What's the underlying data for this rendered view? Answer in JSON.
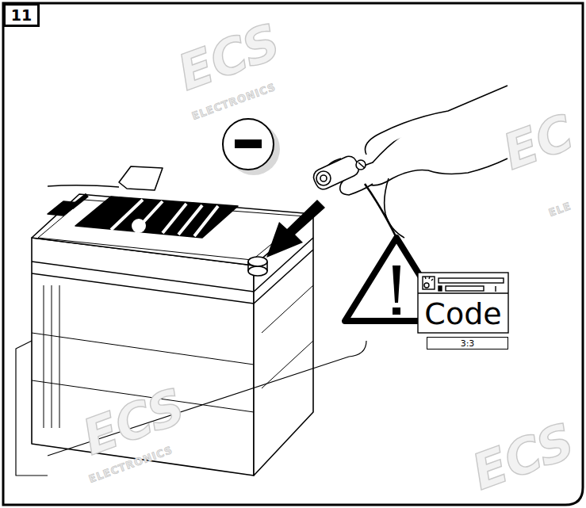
{
  "diagram": {
    "nodes": [
      {
        "text": [
          "11"
        ]
      },
      {
        "text": [
          "Code"
        ]
      },
      {
        "text": [
          "3:3"
        ]
      }
    ],
    "labels": [
      "ECS",
      "ELECTRONICS",
      "ECS",
      "ELECTRONICS",
      "EC",
      "ELE",
      "ECS"
    ]
  }
}
